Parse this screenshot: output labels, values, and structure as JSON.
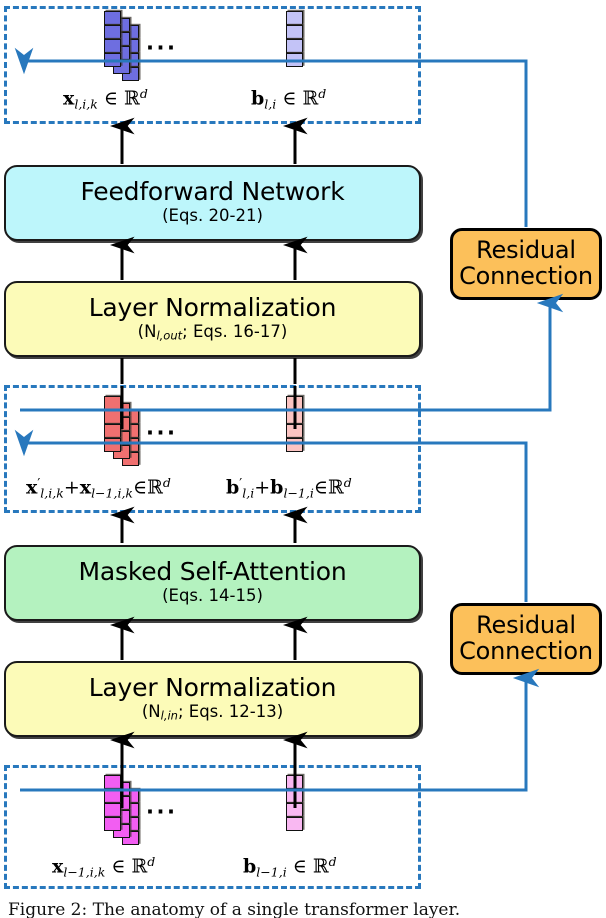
{
  "figure": {
    "caption": "Figure 2: The anatomy of a single transformer layer.",
    "colors": {
      "dashed_border": "#2878bd",
      "wire": "#2878bd",
      "arrow_black": "#000000",
      "ffn_fill": "#bdf6fb",
      "layernorm_fill": "#fcfbb8",
      "attention_fill": "#b4f2bf",
      "residual_fill": "#fcc05a",
      "vec_top_x": "#6e6ee0",
      "vec_top_b": "#c3c3f7",
      "vec_mid_x": "#f07070",
      "vec_mid_b": "#fbc4c2",
      "vec_bot_x": "#f25ef2",
      "vec_bot_b": "#f9b8f2"
    }
  },
  "blocks": {
    "feedforward": {
      "title": "Feedforward Network",
      "eqs": "(Eqs. 20-21)"
    },
    "layernorm_out": {
      "title": "Layer Normalization",
      "norm": "N",
      "norm_sub": "l,out",
      "eqs": "; Eqs. 16-17)"
    },
    "attention": {
      "title": "Masked Self-Attention",
      "eqs": "(Eqs. 14-15)"
    },
    "layernorm_in": {
      "title": "Layer Normalization",
      "norm": "N",
      "norm_sub": "l,in",
      "eqs": "; Eqs. 12-13)"
    },
    "residual_top": {
      "line1": "Residual",
      "line2": "Connection"
    },
    "residual_bottom": {
      "line1": "Residual",
      "line2": "Connection"
    }
  },
  "groups": {
    "output": {
      "x_label": {
        "sym": "x",
        "sub": "l,i,k",
        "set": "∈",
        "space": "ℝ",
        "exp": "d"
      },
      "b_label": {
        "sym": "b",
        "sub": "l,i",
        "set": "∈",
        "space": "ℝ",
        "exp": "d"
      },
      "ellipsis": "···",
      "num_stacks": 3,
      "cells_per_vector": 4
    },
    "midsum": {
      "x_label": {
        "sym": "x",
        "prime": "′",
        "sub": "l,i,k",
        "plus": "+",
        "sym2": "x",
        "sub2": "l−1,i,k",
        "set": "∈",
        "space": "ℝ",
        "exp": "d"
      },
      "b_label": {
        "sym": "b",
        "prime": "′",
        "sub": "l,i",
        "plus": "+",
        "sym2": "b",
        "sub2": "l−1,i",
        "set": "∈",
        "space": "ℝ",
        "exp": "d"
      },
      "ellipsis": "···",
      "num_stacks": 3,
      "cells_per_vector": 4
    },
    "input": {
      "x_label": {
        "sym": "x",
        "sub": "l−1,i,k",
        "set": "∈",
        "space": "ℝ",
        "exp": "d"
      },
      "b_label": {
        "sym": "b",
        "sub": "l−1,i",
        "set": "∈",
        "space": "ℝ",
        "exp": "d"
      },
      "ellipsis": "···",
      "num_stacks": 3,
      "cells_per_vector": 4
    }
  }
}
